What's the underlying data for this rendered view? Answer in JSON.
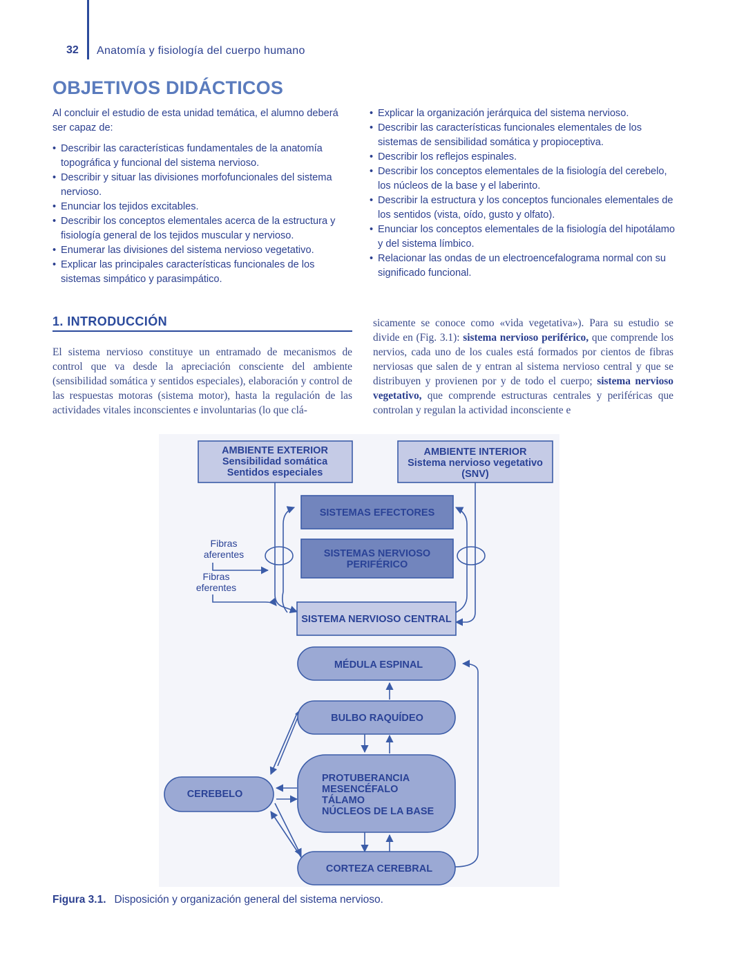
{
  "header": {
    "page_number": "32",
    "running_title": "Anatomía y fisiología del cuerpo humano"
  },
  "objectives": {
    "heading": "OBJETIVOS DIDÁCTICOS",
    "intro": "Al concluir el estudio de esta unidad temática, el alumno deberá ser capaz de:",
    "left_items": [
      "Describir las características fundamentales de la anatomía topográfica y funcional del sistema nervioso.",
      "Describir y situar las divisiones morfofuncionales del sistema nervioso.",
      "Enunciar los tejidos excitables.",
      "Describir los conceptos elementales acerca de la estructura y fisiología general de los tejidos muscular y nervioso.",
      "Enumerar las divisiones del sistema nervioso vegetativo.",
      "Explicar las principales características funcionales de los sistemas simpático y parasimpático."
    ],
    "right_items": [
      "Explicar la organización jerárquica del sistema nervioso.",
      "Describir las características funcionales elementales de los sistemas de sensibilidad somática y propioceptiva.",
      "Describir los reflejos espinales.",
      "Describir los conceptos elementales de la fisiología del cerebelo, los núcleos de la base y el laberinto.",
      "Describir la estructura y los conceptos funcionales elementales de los sentidos (vista, oído, gusto y olfato).",
      "Enunciar los conceptos elementales de la fisiología del hipotálamo y del sistema límbico.",
      "Relacionar las ondas de un electroencefalograma normal con su significado funcional."
    ]
  },
  "introduction": {
    "heading": "1. INTRODUCCIÓN",
    "left_text": "El sistema nervioso constituye un entramado de mecanismos de control que va desde la apreciación consciente del ambiente (sensibilidad somática y sentidos especiales), elaboración y control de las respuestas motoras (sistema motor), hasta la regulación de las actividades vitales inconscientes e involuntarias (lo que clá-",
    "right_text_1": "sicamente se conoce como «vida vegetativa»). Para su estudio se divide en (Fig. 3.1):",
    "right_bold_1": "sistema nervioso periférico,",
    "right_text_2": "que comprende los nervios, cada uno de los cuales está formados por cientos de fibras nerviosas que salen de y entran al sistema nervioso central y que se distribuyen y provienen por y de todo el cuerpo;",
    "right_bold_2": "sistema nervioso vegetativo,",
    "right_text_3": "que comprende estructuras centrales y periféricas que controlan y regulan la actividad inconsciente e"
  },
  "diagram": {
    "ambiente_exterior": [
      "AMBIENTE EXTERIOR",
      "Sensibilidad somática",
      "Sentidos especiales"
    ],
    "ambiente_interior": [
      "AMBIENTE INTERIOR",
      "Sistema nervioso vegetativo",
      "(SNV)"
    ],
    "sistemas_efectores": "SISTEMAS EFECTORES",
    "sistema_periferico": [
      "SISTEMAS NERVIOSO",
      "PERIFÉRICO"
    ],
    "fibras_aferentes": [
      "Fibras",
      "aferentes"
    ],
    "fibras_eferentes": [
      "Fibras",
      "eferentes"
    ],
    "sistema_central": "SISTEMA NERVIOSO CENTRAL",
    "medula": "MÉDULA ESPINAL",
    "bulbo": "BULBO RAQUÍDEO",
    "protuberancia": [
      "PROTUBERANCIA",
      "MESENCÉFALO",
      "TÁLAMO",
      "NÚCLEOS DE LA BASE"
    ],
    "cerebelo": "CEREBELO",
    "corteza": "CORTEZA CEREBRAL",
    "colors": {
      "light_box": "#c5cbe6",
      "dark_box": "#7285bd",
      "mid_box": "#9ba9d4",
      "stroke": "#3b5ca8",
      "text": "#2a4296"
    }
  },
  "caption": {
    "label": "Figura 3.1.",
    "text": "Disposición y organización general del sistema nervioso."
  }
}
